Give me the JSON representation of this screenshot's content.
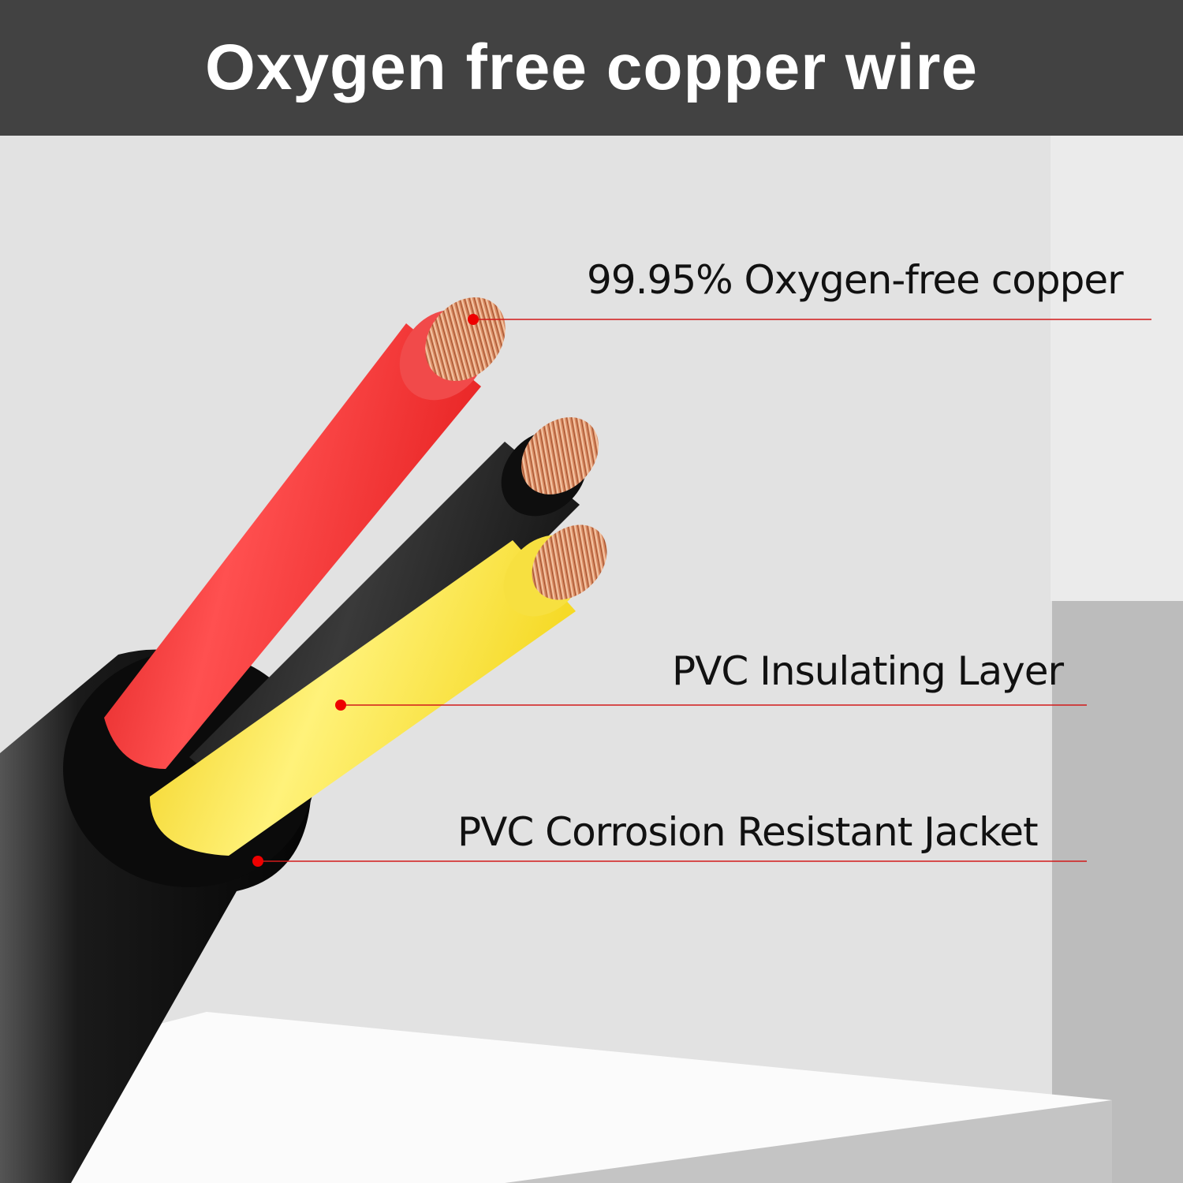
{
  "header": {
    "title": "Oxygen free copper wire"
  },
  "callouts": [
    {
      "label": "99.95% Oxygen-free copper",
      "target": "copper-strands"
    },
    {
      "label": "PVC Insulating Layer",
      "target": "inner-insulation"
    },
    {
      "label": "PVC Corrosion Resistant Jacket",
      "target": "outer-jacket"
    }
  ],
  "cable": {
    "core_colors": {
      "red": "#ee2a2a",
      "black": "#222222",
      "yellow": "#f6dd2a"
    },
    "jacket_color": "#111111",
    "copper_color": "#d9916a"
  },
  "colors": {
    "header_bg": "#424242",
    "leader_line": "#d11a1a",
    "background": "#e2e2e2"
  }
}
